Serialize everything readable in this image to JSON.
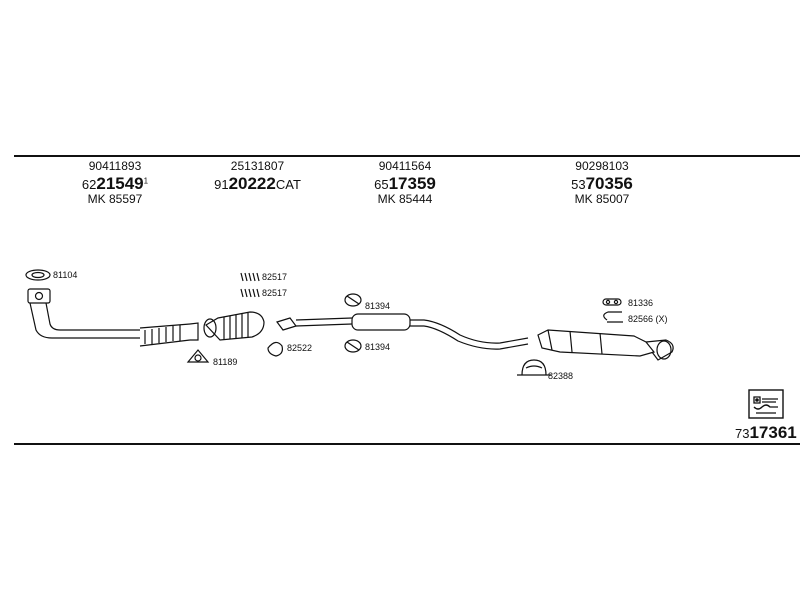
{
  "parts": [
    {
      "oe": "90411893",
      "prefix": "62",
      "number": "21549",
      "note": "1",
      "mk": "MK  85597"
    },
    {
      "oe": "25131807",
      "prefix": "91",
      "number": "20222",
      "suffix": "CAT",
      "mk": ""
    },
    {
      "oe": "90411564",
      "prefix": "65",
      "number": "17359",
      "mk": "MK  85444"
    },
    {
      "oe": "90298103",
      "prefix": "53",
      "number": "70356",
      "mk": "MK  85007"
    }
  ],
  "components": [
    {
      "code": "81104"
    },
    {
      "code": "82517"
    },
    {
      "code": "82517"
    },
    {
      "code": "81189"
    },
    {
      "code": "82522"
    },
    {
      "code": "81394"
    },
    {
      "code": "81394"
    },
    {
      "code": "82388"
    },
    {
      "code": "81336"
    },
    {
      "code": "82566 (X)"
    }
  ],
  "set": {
    "prefix": "73",
    "number": "17361",
    "icon": "exhaust-set-icon"
  }
}
